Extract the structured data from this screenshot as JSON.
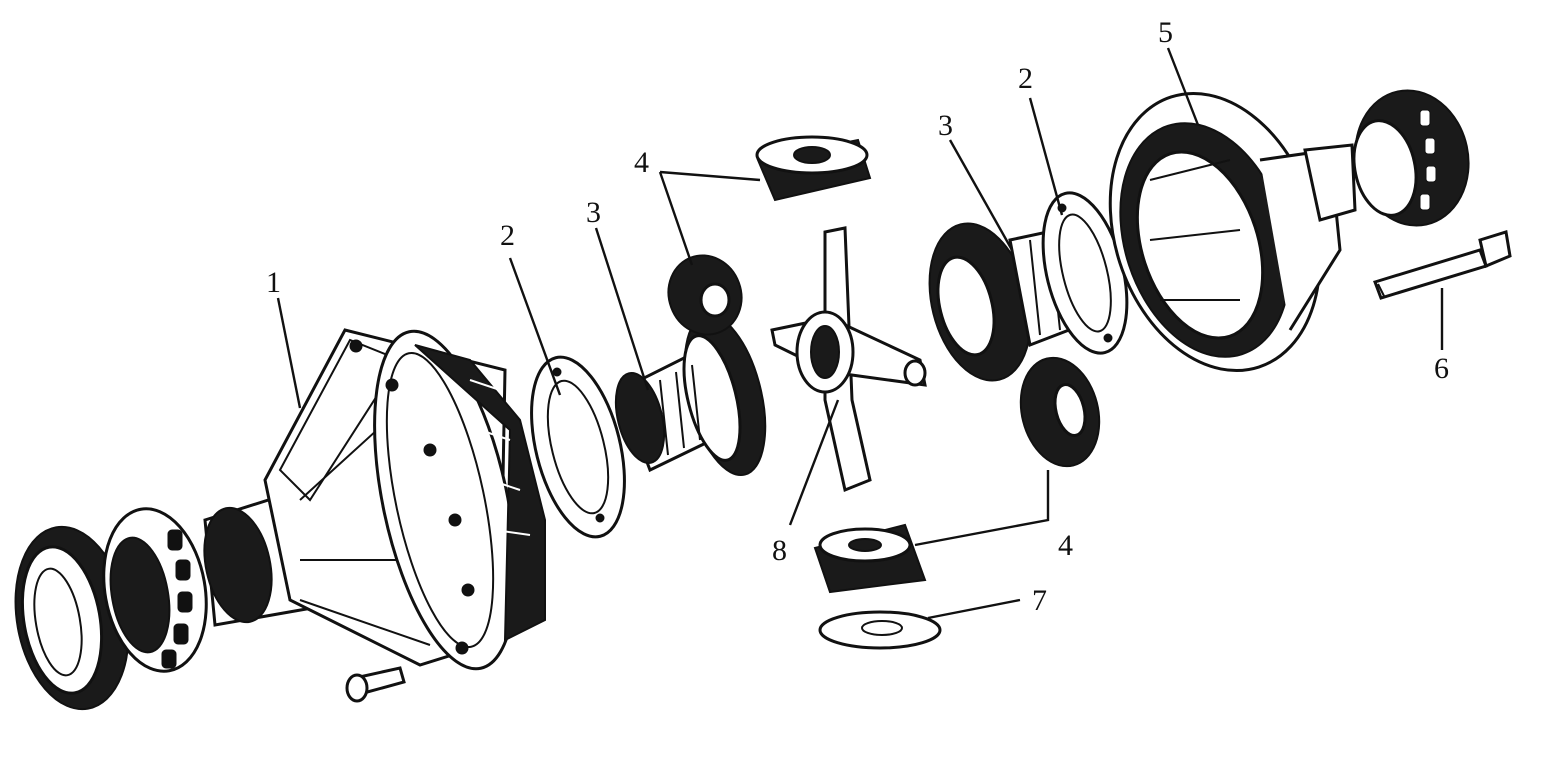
{
  "callouts": {
    "c1": "1",
    "c2_left": "2",
    "c2_right": "2",
    "c3_left": "3",
    "c3_right": "3",
    "c4_top": "4",
    "c4_bottom": "4",
    "c5": "5",
    "c6": "6",
    "c7": "7",
    "c8": "8"
  },
  "colors": {
    "ink": "#111111",
    "paper": "#ffffff"
  }
}
